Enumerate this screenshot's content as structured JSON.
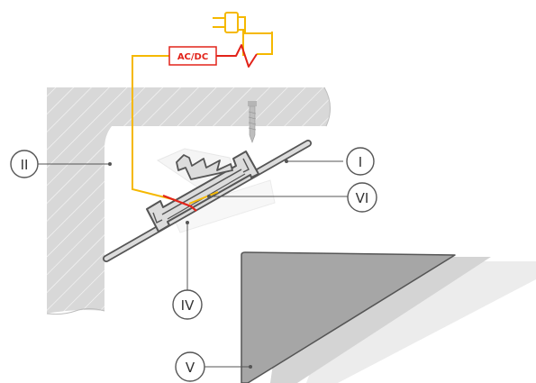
{
  "adapter": {
    "label": "AC/DC"
  },
  "colors": {
    "wall_fill": "#d8d8d8",
    "hatch": "#ffffff",
    "profile_stroke": "#555555",
    "profile_fill": "#dcdcdc",
    "wire_yellow": "#f5b800",
    "wire_red": "#e2231a",
    "panel_dark": "#a6a6a6",
    "panel_mid": "#d0d0d0",
    "panel_light": "#e8e8e8",
    "callout_line": "#555555"
  },
  "callouts": [
    {
      "id": "I",
      "label": "I"
    },
    {
      "id": "II",
      "label": "II"
    },
    {
      "id": "IV",
      "label": "IV"
    },
    {
      "id": "V",
      "label": "V"
    },
    {
      "id": "VI",
      "label": "VI"
    }
  ]
}
